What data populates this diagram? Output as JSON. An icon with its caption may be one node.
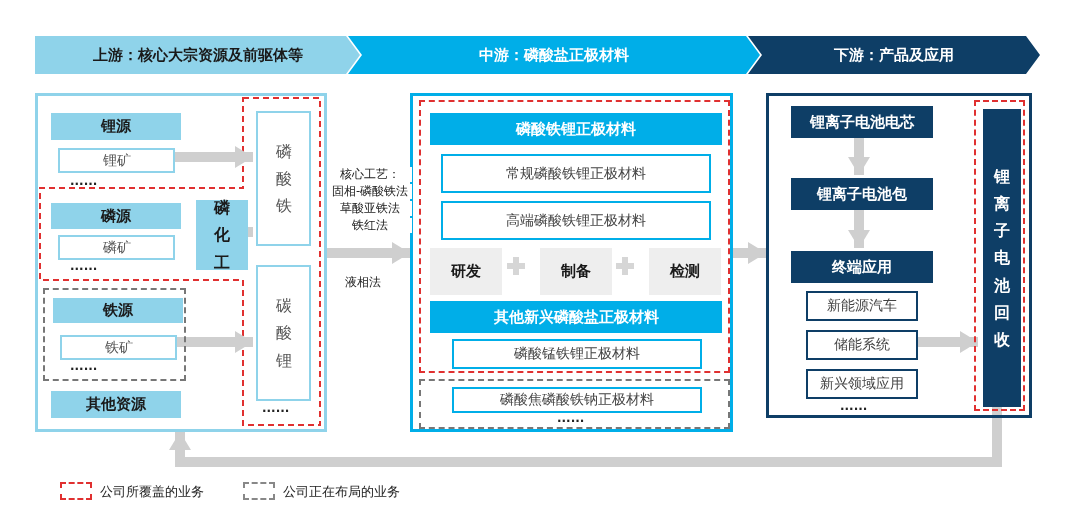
{
  "diagram": {
    "nodes": [
      {
        "text": [
          "上游：核心大宗资源及前驱体等"
        ]
      },
      {
        "text": [
          "中游：磷酸盐正极材料"
        ]
      },
      {
        "text": [
          "下游：产品及应用"
        ]
      },
      {
        "text": [],
        "shape": "box"
      },
      {
        "text": [
          "锂源"
        ],
        "in": 3
      },
      {
        "text": [
          "锂矿"
        ],
        "in": 3
      },
      {
        "text": [
          "磷源"
        ],
        "in": 3
      },
      {
        "text": [
          "磷矿"
        ],
        "in": 3
      },
      {
        "text": [],
        "shape": "box",
        "in": 3
      },
      {
        "text": [
          "铁源"
        ],
        "in": 8
      },
      {
        "text": [
          "铁矿"
        ],
        "in": 8
      },
      {
        "text": [
          "其他资源"
        ],
        "in": 3
      },
      {
        "text": [
          "磷化工"
        ],
        "in": 3
      },
      {
        "text": [
          "磷酸铁"
        ],
        "in": 3
      },
      {
        "text": [
          "碳酸锂"
        ],
        "in": 3
      },
      {
        "text": [],
        "shape": "box"
      },
      {
        "text": [],
        "shape": "box",
        "in": 15
      },
      {
        "text": [
          "磷酸铁锂正极材料"
        ],
        "in": 16
      },
      {
        "text": [
          "常规磷酸铁锂正极材料"
        ],
        "in": 16
      },
      {
        "text": [
          "高端磷酸铁锂正极材料"
        ],
        "in": 16
      },
      {
        "text": [
          "研发"
        ],
        "in": 16
      },
      {
        "text": [
          "制备"
        ],
        "in": 16
      },
      {
        "text": [
          "检测"
        ],
        "in": 16
      },
      {
        "text": [
          "其他新兴磷酸盐正极材料"
        ],
        "in": 16
      },
      {
        "text": [
          "磷酸锰铁锂正极材料"
        ],
        "in": 16
      },
      {
        "text": [],
        "shape": "box",
        "in": 15
      },
      {
        "text": [
          "磷酸焦磷酸铁钠正极材料"
        ],
        "in": 25
      },
      {
        "text": [],
        "shape": "box"
      },
      {
        "text": [
          "锂离子电池电芯"
        ],
        "in": 27
      },
      {
        "text": [
          "锂离子电池包"
        ],
        "in": 27
      },
      {
        "text": [
          "终端应用"
        ],
        "in": 27
      },
      {
        "text": [
          "新能源汽车"
        ],
        "in": 27
      },
      {
        "text": [
          "储能系统"
        ],
        "in": 27
      },
      {
        "text": [
          "新兴领域应用"
        ],
        "in": 27
      },
      {
        "text": [],
        "shape": "box",
        "in": 27
      },
      {
        "text": [
          "锂离子电池回收"
        ],
        "in": 34
      }
    ],
    "edges": [
      {
        "from": 5,
        "to": 13,
        "arrow": "to"
      },
      {
        "from": 12,
        "to": 13,
        "arrow": "to"
      },
      {
        "from": 10,
        "to": 14,
        "arrow": "to"
      },
      {
        "from": 3,
        "to": 15,
        "arrow": "to"
      },
      {
        "from": 15,
        "to": 27,
        "arrow": "to"
      },
      {
        "from": 28,
        "to": 29,
        "arrow": "to"
      },
      {
        "from": 29,
        "to": 30,
        "arrow": "to"
      },
      {
        "from": 32,
        "to": 35,
        "arrow": "to"
      },
      {
        "from": 35,
        "to": 3,
        "arrow": "to"
      }
    ],
    "labels": [
      "......",
      "......",
      "......",
      "......",
      "核心工艺：",
      "固相-磷酸铁法",
      "草酸亚铁法",
      "铁红法",
      "液相法",
      "......",
      "......"
    ],
    "legend": [
      {
        "text": "公司所覆盖的业务"
      },
      {
        "text": "公司正在布局的业务"
      }
    ]
  }
}
